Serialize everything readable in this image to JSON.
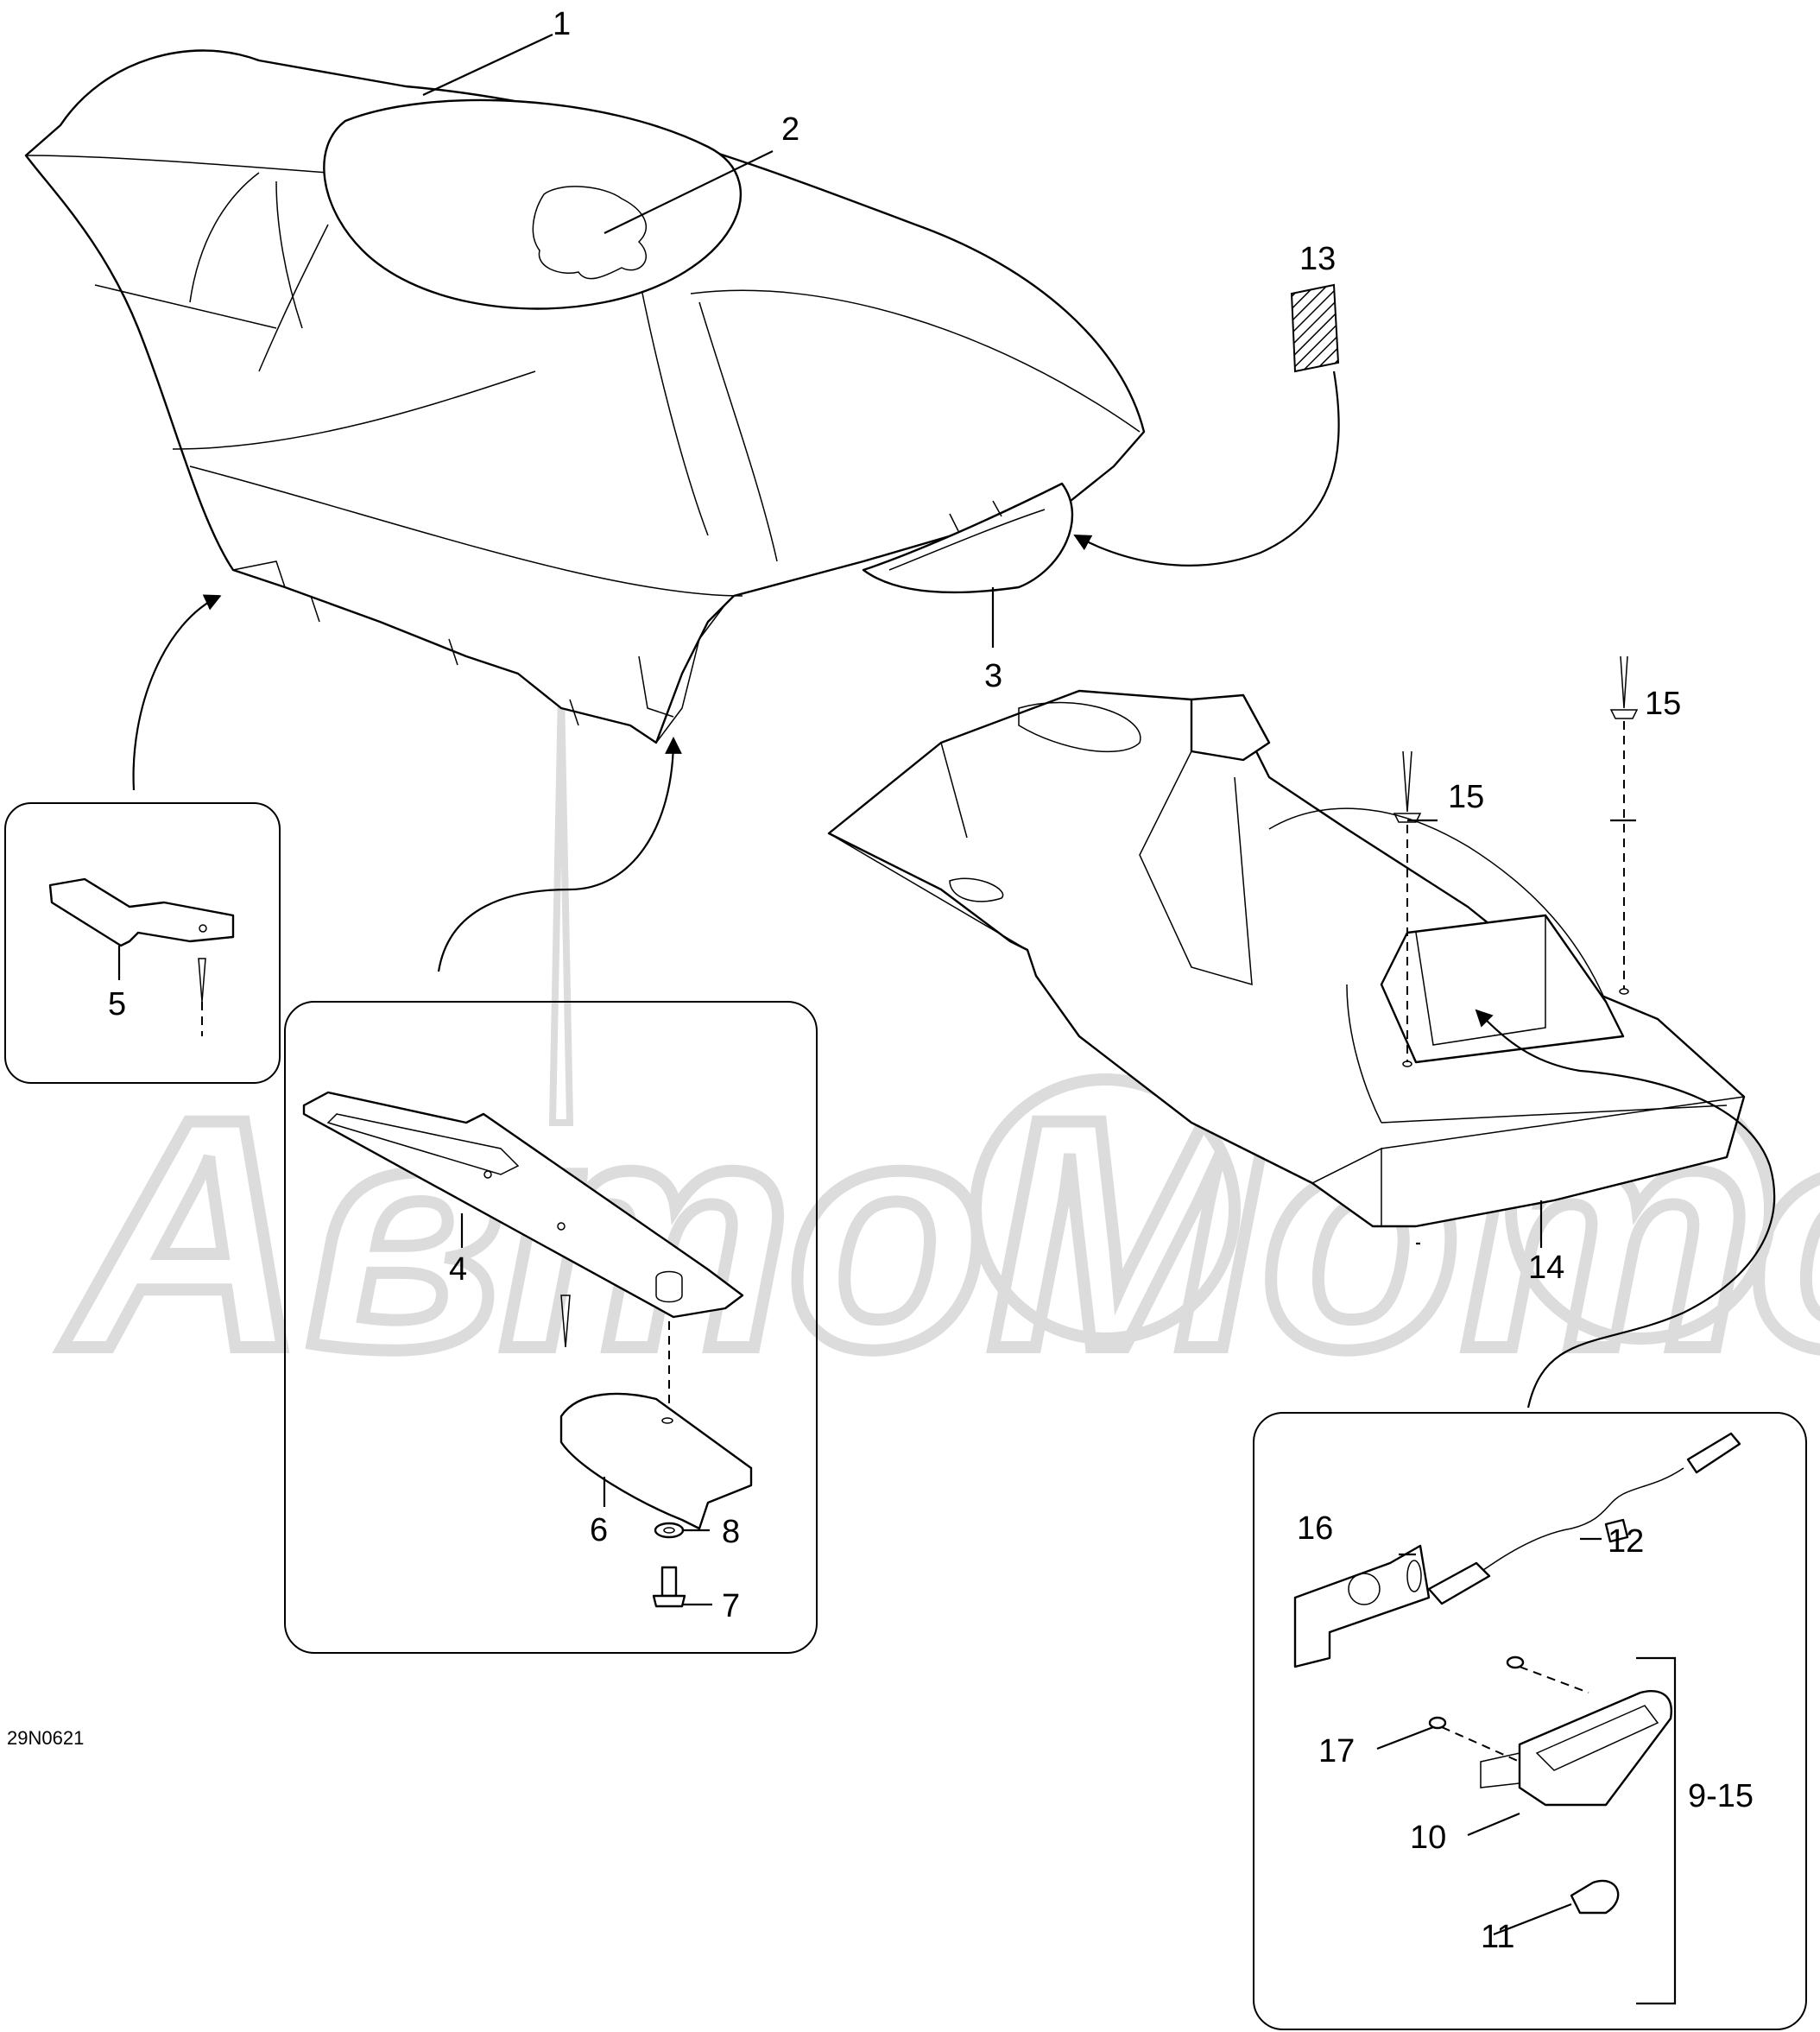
{
  "diagram_code": "29N0621",
  "watermark": {
    "text": "АвтоМото",
    "color": "#dcdcdc"
  },
  "callouts": {
    "c1": "1",
    "c2": "2",
    "c3": "3",
    "c4": "4",
    "c5": "5",
    "c6": "6",
    "c7": "7",
    "c8": "8",
    "c9_15": "9-15",
    "c10": "10",
    "c11": "11",
    "c12": "12",
    "c13": "13",
    "c14": "14",
    "c15a": "15",
    "c15b": "15",
    "c16": "16",
    "c17": "17"
  }
}
